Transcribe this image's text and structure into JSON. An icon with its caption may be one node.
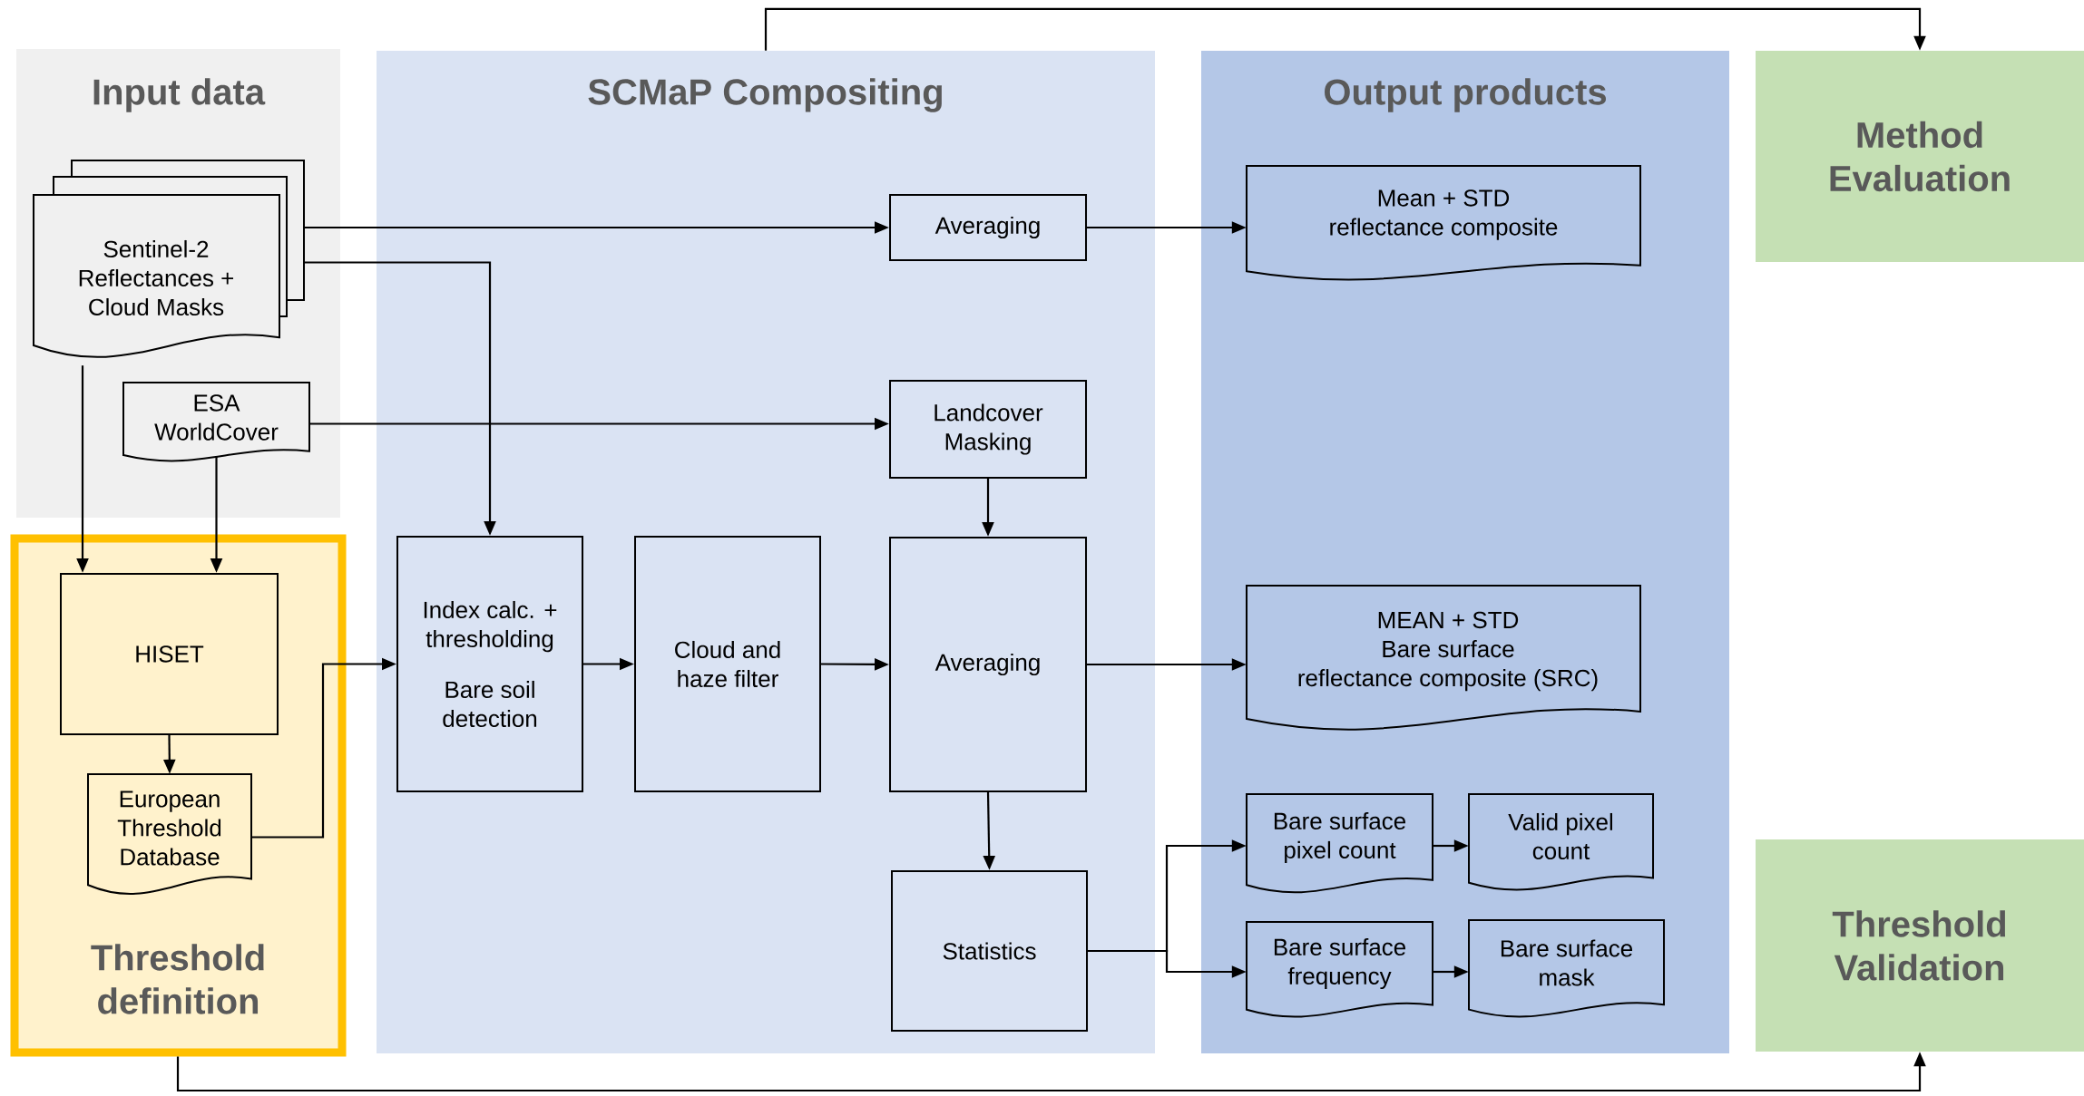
{
  "diagram": {
    "nodes": [
      {
        "text": [
          "Input data"
        ]
      },
      {
        "text": [
          "SCMaP Compositing"
        ]
      },
      {
        "text": [
          "Output products"
        ]
      },
      {
        "text": [
          "Method Evaluation"
        ]
      },
      {
        "text": [
          "Threshold definition"
        ]
      },
      {
        "text": [
          "Threshold Validation"
        ]
      },
      {
        "text": [
          "Sentinel-2 Reflectances + Cloud Masks"
        ],
        "in": 0
      },
      {
        "text": [
          "ESA WorldCover"
        ],
        "in": 0
      },
      {
        "text": [
          "HISET"
        ],
        "in": 4
      },
      {
        "text": [
          "European Threshold Database"
        ],
        "in": 4
      },
      {
        "text": [
          "Averaging"
        ],
        "in": 1
      },
      {
        "text": [
          "Landcover Masking"
        ],
        "in": 1
      },
      {
        "text": [
          "Index calc. + thresholding",
          "Bare soil detection"
        ],
        "in": 1
      },
      {
        "text": [
          "Cloud and haze filter"
        ],
        "in": 1
      },
      {
        "text": [
          "Averaging"
        ],
        "in": 1
      },
      {
        "text": [
          "Statistics"
        ],
        "in": 1
      },
      {
        "text": [
          "Mean + STD reflectance composite"
        ],
        "in": 2
      },
      {
        "text": [
          "MEAN + STD Bare surface reflectance composite (SRC)"
        ],
        "in": 2
      },
      {
        "text": [
          "Bare surface pixel count"
        ],
        "in": 2
      },
      {
        "text": [
          "Valid pixel count"
        ],
        "in": 2
      },
      {
        "text": [
          "Bare surface frequency"
        ],
        "in": 2
      },
      {
        "text": [
          "Bare surface mask"
        ],
        "in": 2
      }
    ],
    "edges": [
      {
        "from": 6,
        "to": 10,
        "arrow": "to"
      },
      {
        "from": 6,
        "to": 12,
        "arrow": "to"
      },
      {
        "from": 6,
        "to": 8,
        "arrow": "to"
      },
      {
        "from": 7,
        "to": 11,
        "arrow": "to"
      },
      {
        "from": 7,
        "to": 8,
        "arrow": "to"
      },
      {
        "from": 8,
        "to": 9,
        "arrow": "to"
      },
      {
        "from": 9,
        "to": 12,
        "arrow": "to"
      },
      {
        "from": 10,
        "to": 16,
        "arrow": "to"
      },
      {
        "from": 11,
        "to": 14,
        "arrow": "to"
      },
      {
        "from": 12,
        "to": 13,
        "arrow": "to"
      },
      {
        "from": 13,
        "to": 14,
        "arrow": "to"
      },
      {
        "from": 14,
        "to": 17,
        "arrow": "to"
      },
      {
        "from": 14,
        "to": 15,
        "arrow": "to"
      },
      {
        "from": 15,
        "to": 18,
        "arrow": "to"
      },
      {
        "from": 15,
        "to": 20,
        "arrow": "to"
      },
      {
        "from": 18,
        "to": 19,
        "arrow": "to"
      },
      {
        "from": 20,
        "to": 21,
        "arrow": "to"
      },
      {
        "from": 1,
        "to": 3,
        "arrow": "to"
      },
      {
        "from": 4,
        "to": 5,
        "arrow": "to"
      }
    ]
  }
}
